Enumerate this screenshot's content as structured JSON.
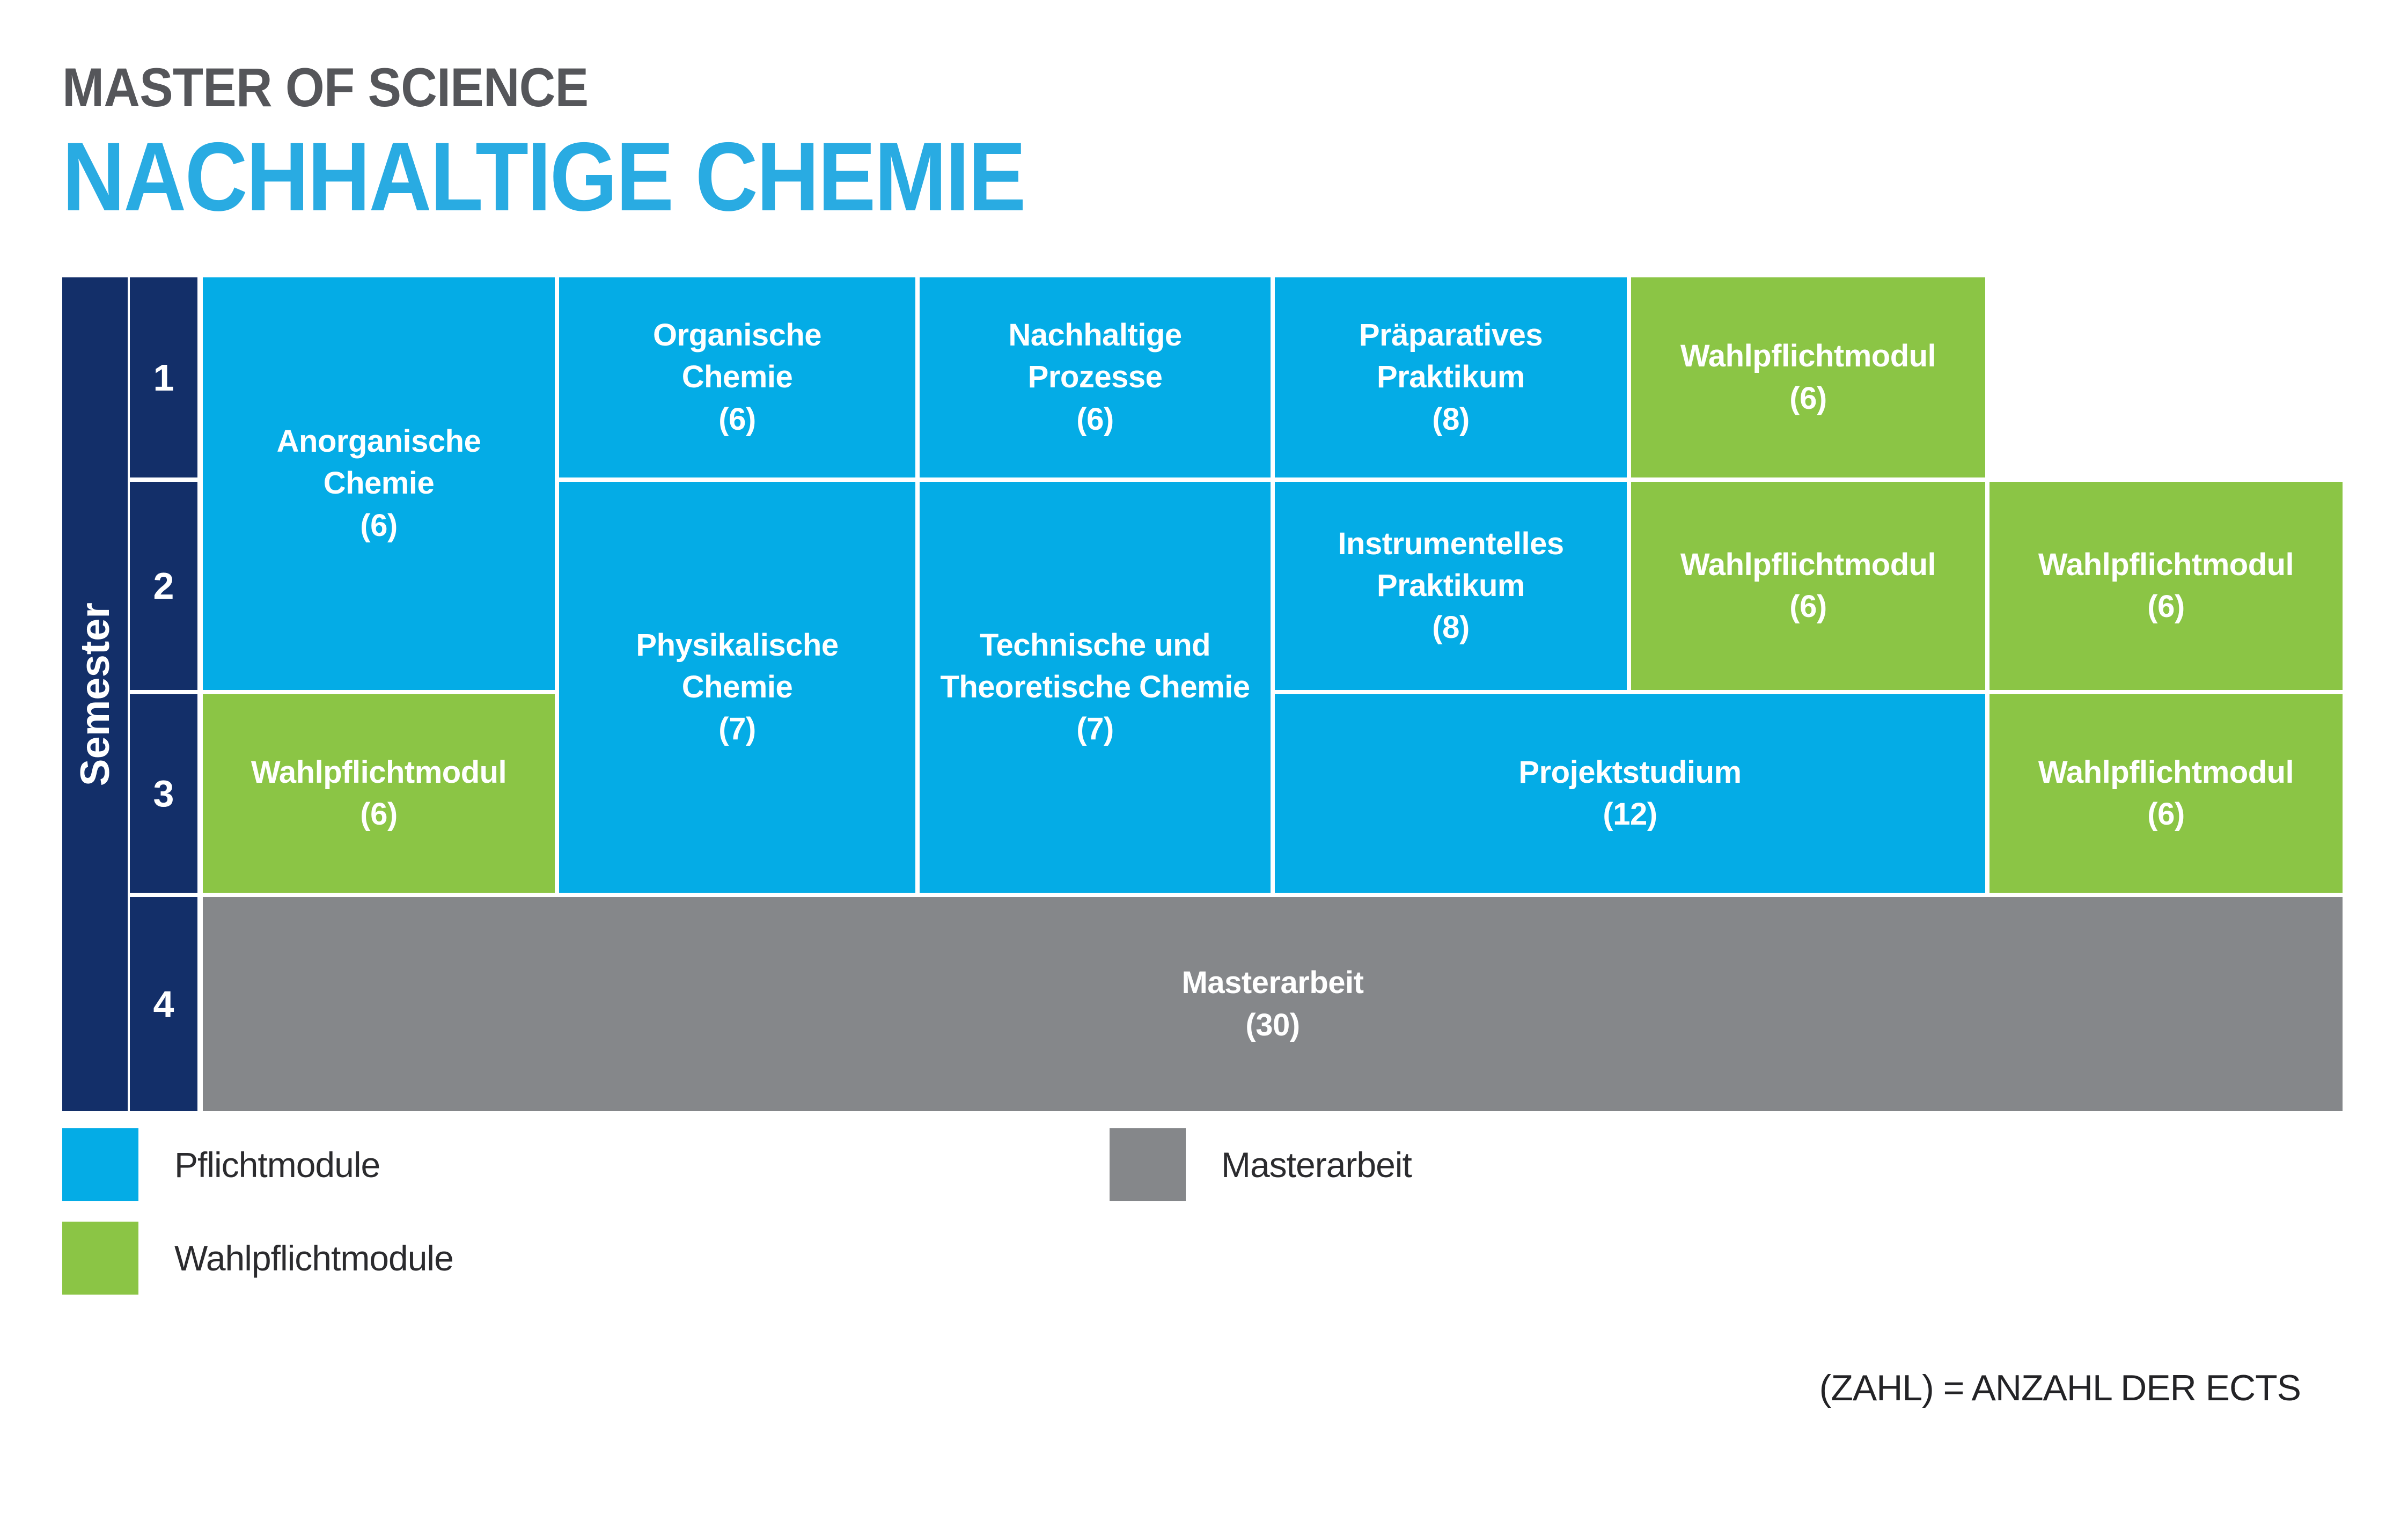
{
  "header": {
    "degree": "MASTER OF SCIENCE",
    "program": "NACHHALTIGE CHEMIE"
  },
  "semester_axis": {
    "label": "Semester",
    "rows": [
      {
        "number": "1"
      },
      {
        "number": "2"
      },
      {
        "number": "3"
      },
      {
        "number": "4"
      }
    ]
  },
  "modules": {
    "anorganische": {
      "name": "Anorganische\nChemie",
      "ects": "(6)",
      "type": "Pflichtmodul"
    },
    "organische": {
      "name": "Organische\nChemie",
      "ects": "(6)",
      "type": "Pflichtmodul"
    },
    "nachhaltige": {
      "name": "Nachhaltige\nProzesse",
      "ects": "(6)",
      "type": "Pflichtmodul"
    },
    "praeparatives": {
      "name": "Präparatives\nPraktikum",
      "ects": "(8)",
      "type": "Pflichtmodul"
    },
    "wpm_s1": {
      "name": "Wahlpflichtmodul",
      "ects": "(6)",
      "type": "Wahlpflichtmodul"
    },
    "physikalische": {
      "name": "Physikalische\nChemie",
      "ects": "(7)",
      "type": "Pflichtmodul"
    },
    "technische": {
      "name": "Technische und\nTheoretische Chemie",
      "ects": "(7)",
      "type": "Pflichtmodul"
    },
    "instrumentelles": {
      "name": "Instrumentelles\nPraktikum",
      "ects": "(8)",
      "type": "Pflichtmodul"
    },
    "wpm_s2_a": {
      "name": "Wahlpflichtmodul",
      "ects": "(6)",
      "type": "Wahlpflichtmodul"
    },
    "wpm_s2_b": {
      "name": "Wahlpflichtmodul",
      "ects": "(6)",
      "type": "Wahlpflichtmodul"
    },
    "wpm_s3_left": {
      "name": "Wahlpflichtmodul",
      "ects": "(6)",
      "type": "Wahlpflichtmodul"
    },
    "projektstudium": {
      "name": "Projektstudium",
      "ects": "(12)",
      "type": "Pflichtmodul"
    },
    "wpm_s3_right": {
      "name": "Wahlpflichtmodul",
      "ects": "(6)",
      "type": "Wahlpflichtmodul"
    },
    "masterarbeit": {
      "name": "Masterarbeit",
      "ects": "(30)",
      "type": "Masterarbeit"
    }
  },
  "legend": {
    "pflicht": {
      "label": "Pflichtmodule"
    },
    "wahlpflicht": {
      "label": "Wahlpflichtmodule"
    },
    "master": {
      "label": "Masterarbeit"
    }
  },
  "footnote": "(ZAHL) = ANZAHL DER ECTS",
  "colors": {
    "pflichtmodul_blue": "#04ACE6",
    "wahlpflichtmodul_green": "#8BC545",
    "masterarbeit_gray": "#85878A",
    "semester_bar_navy": "#132F69",
    "program_title_cyan": "#29ABE2",
    "degree_title_gray": "#55565A"
  }
}
